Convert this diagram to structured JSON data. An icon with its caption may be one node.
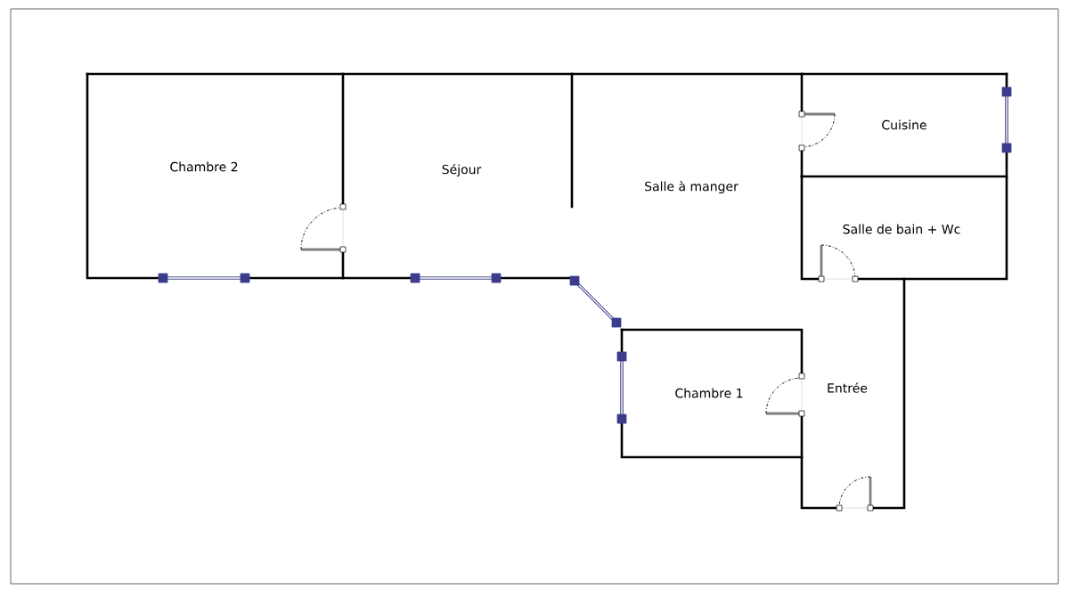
{
  "diagram": {
    "labels": [
      "Chambre 2",
      "Séjour",
      "Salle à manger",
      "Cuisine",
      "Salle de bain + Wc",
      "Chambre 1",
      "Entrée"
    ]
  }
}
